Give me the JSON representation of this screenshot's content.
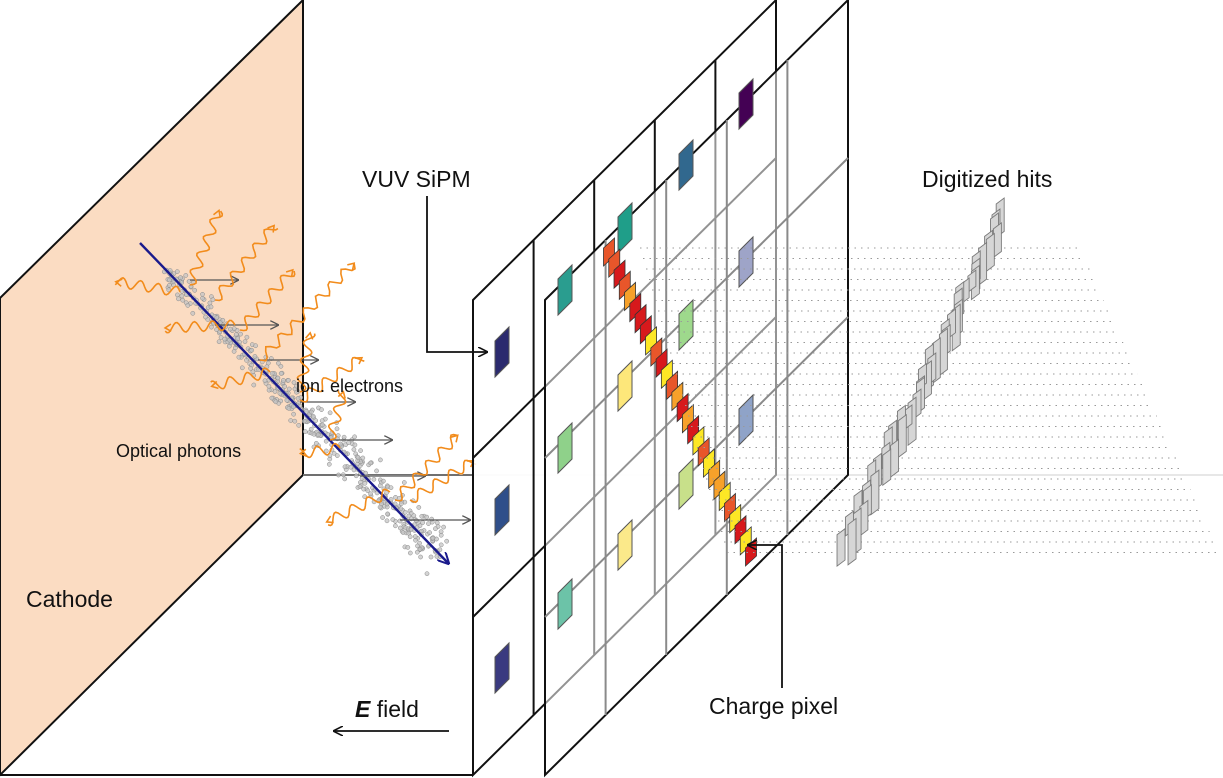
{
  "labels": {
    "cathode": "Cathode",
    "vuv_sipm": "VUV SiPM",
    "digitized_hits": "Digitized hits",
    "charge_pixel": "Charge pixel",
    "ion_electrons": "ion. electrons",
    "optical_photons": "Optical photons",
    "efield_symbol": "E",
    "efield_word": " field"
  },
  "colors": {
    "cathode_fill": "#fbdcc2",
    "track": "#1a1a8c",
    "photon": "#f28c1c",
    "optical_photons_text": "#a01010",
    "ion_text": "#444444",
    "electron_arrow": "#555555",
    "sipm_front": [
      "#2b2a6e",
      "#2f4f8a",
      "#3a3a80"
    ],
    "sipm_back": [
      "#440154",
      "#31688e",
      "#35b779",
      "#fde725",
      "#a6dba0",
      "#8fa3c8",
      "#9e9ac8"
    ],
    "charge_hot": [
      "#fde725",
      "#f7a12a",
      "#e8562a",
      "#d7191c"
    ],
    "hit_fill": "#d6d6d6",
    "hit_stroke": "#7a7a7a"
  },
  "icons": {
    "arrow": "arrow-icon",
    "photon": "wavy-photon-icon"
  }
}
